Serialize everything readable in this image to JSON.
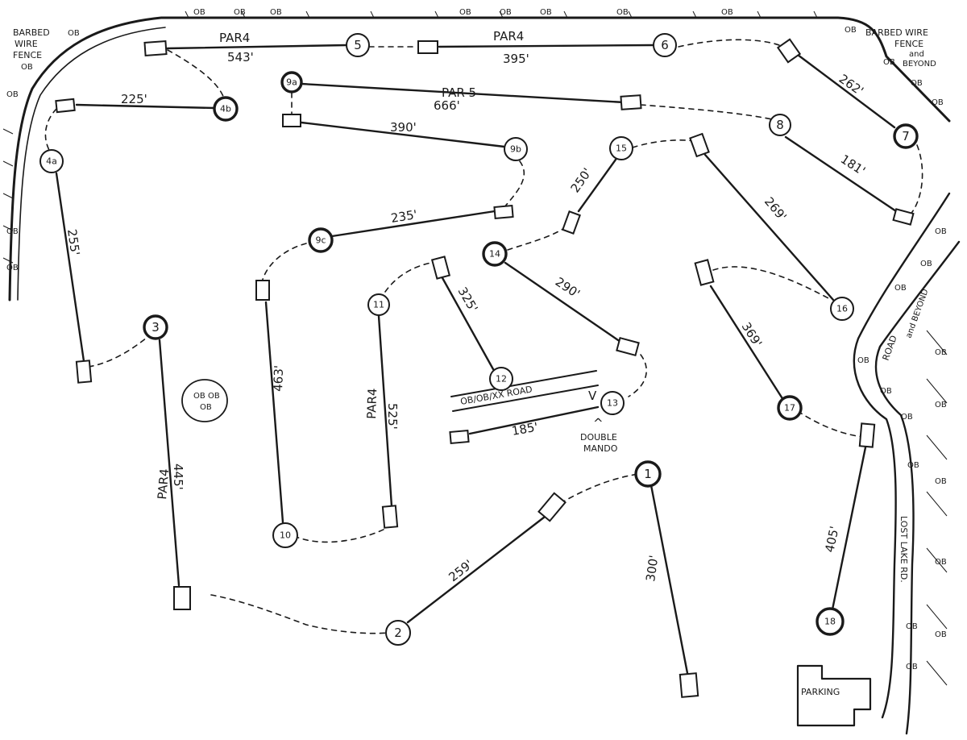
{
  "boundary_labels": {
    "barbed_wire_left": [
      "BARBED",
      "WIRE",
      "FENCE"
    ],
    "barbed_wire_right": [
      "BARBED WIRE",
      "FENCE",
      "and",
      "BEYOND"
    ],
    "ob": "OB",
    "road": "ROAD",
    "and_beyond": "and BEYOND",
    "lost_lake_rd": "LOST LAKE RD.",
    "parking": "PARKING",
    "cross_road": "OB/OB/XX ROAD",
    "double_mando": [
      "DOUBLE",
      "MANDO"
    ],
    "mando_arrow_down": "V",
    "mando_arrow_up": "^",
    "ob_pocket": [
      "OB",
      "OB",
      "OB"
    ]
  },
  "hole_labels": {
    "par4_a": "PAR4",
    "dist_543": "543'",
    "par4_b": "PAR4",
    "dist_395": "395'",
    "par5": "PAR 5",
    "dist_666": "666'",
    "dist_225": "225'",
    "dist_390": "390'",
    "dist_262": "262'",
    "dist_181": "181'",
    "dist_250": "250'",
    "dist_235": "235'",
    "dist_269": "269'",
    "dist_255": "255'",
    "dist_325": "325'",
    "dist_290": "290'",
    "dist_369": "369'",
    "dist_185": "185'",
    "dist_463": "463'",
    "par4_c": "PAR4",
    "dist_525": "525'",
    "par4_d": "PAR4",
    "dist_445": "445'",
    "dist_259": "259'",
    "dist_300": "300'",
    "dist_405": "405'"
  },
  "baskets": {
    "b1": "1",
    "b2": "2",
    "b3": "3",
    "b4a": "4a",
    "b4b": "4b",
    "b5": "5",
    "b6": "6",
    "b7": "7",
    "b8": "8",
    "b9a": "9a",
    "b9b": "9b",
    "b9c": "9c",
    "b10": "10",
    "b11": "11",
    "b12": "12",
    "b13": "13",
    "b14": "14",
    "b15": "15",
    "b16": "16",
    "b17": "17",
    "b18": "18"
  }
}
